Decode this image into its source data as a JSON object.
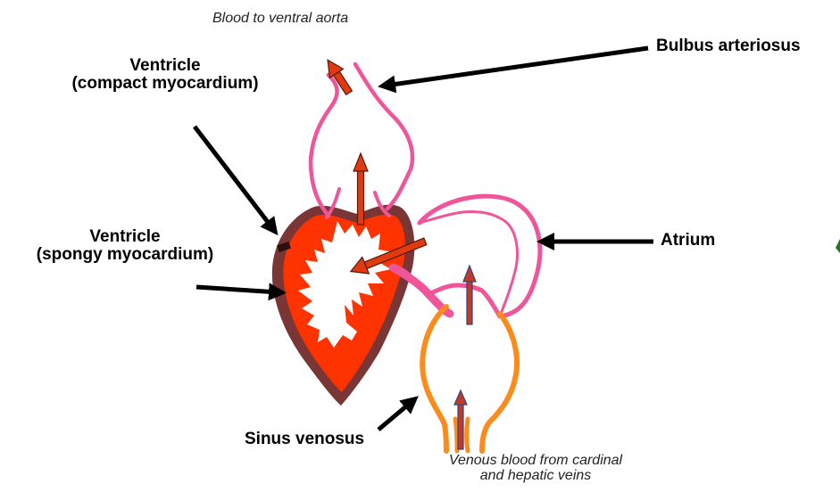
{
  "labels": {
    "blood_to_ventral_aorta": "Blood to ventral aorta",
    "bulbus_arteriosus": "Bulbus arteriosus",
    "ventricle_compact_line1": "Ventricle",
    "ventricle_compact_line2": "(compact myocardium)",
    "ventricle_spongy_line1": "Ventricle",
    "ventricle_spongy_line2": "(spongy myocardium)",
    "atrium": "Atrium",
    "sinus_venosus": "Sinus venosus",
    "venous_blood_line1": "Venous blood from cardinal",
    "venous_blood_line2": "and hepatic veins"
  },
  "colors": {
    "ventricle_compact": "#7a3535",
    "ventricle_spongy": "#ff3300",
    "bulbus_arteriosus": "#f0559a",
    "atrium": "#f0559a",
    "sinus_venosus": "#ff8c1a",
    "flow_arrow_fill": "#e03a10",
    "flow_arrow_outline": "#5a1a0a",
    "venous_flow_arrow_fill": "#c0392b",
    "venous_flow_arrow_outline": "#2c4a7a",
    "pointer_arrow": "#000000"
  }
}
